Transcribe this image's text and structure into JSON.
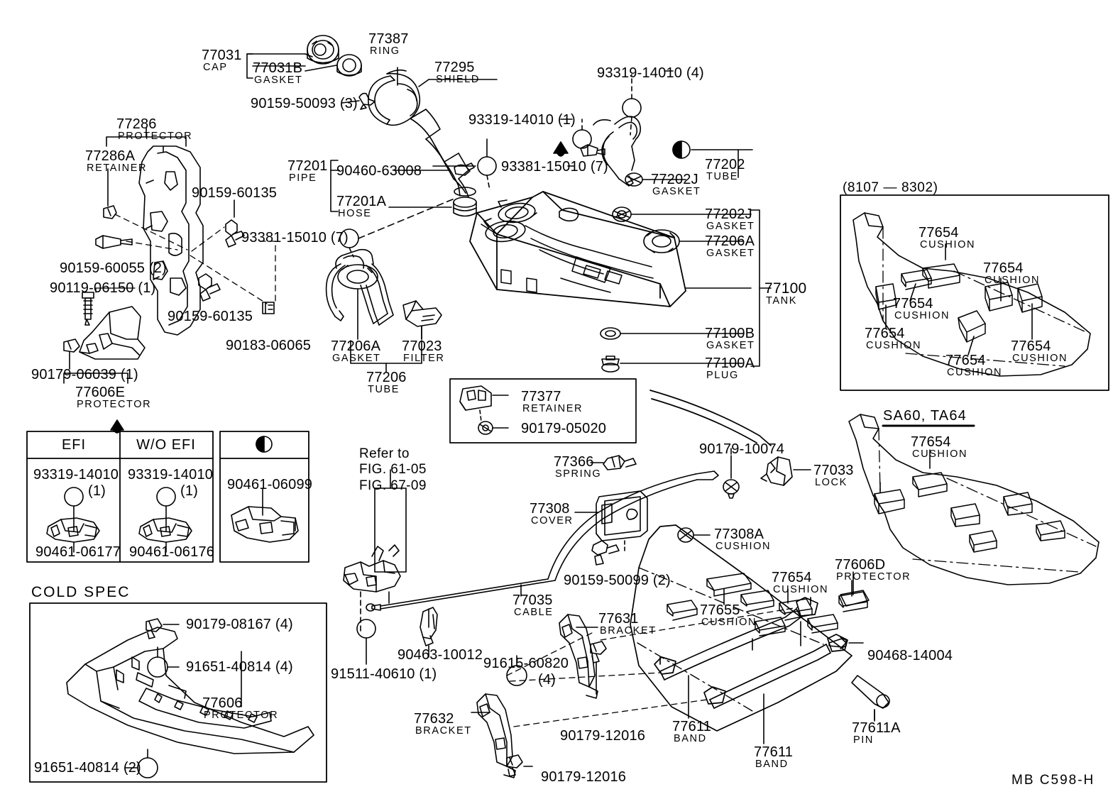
{
  "diagram": {
    "footer_code": "MB  C598-H",
    "title_hidden": ""
  },
  "top_filler": {
    "cap": {
      "number": "77031",
      "name": "CAP"
    },
    "cap_gasket": {
      "number": "77031B",
      "name": "GASKET"
    },
    "clip": "90159-50093 (3)",
    "ring": {
      "number": "77387",
      "name": "RING"
    },
    "shield": {
      "number": "77295",
      "name": "SHIELD"
    }
  },
  "left_protector": {
    "protector": {
      "number": "77286",
      "name": "PROTECTOR"
    },
    "retainer": {
      "number": "77286A",
      "name": "RETAINER"
    },
    "screw_a": "90159-60135",
    "screw_b": "90159-60135",
    "screw_c": "90159-60055 (2)",
    "bolt": "90119-06150 (1)",
    "nut": "90179-06039 (1)",
    "clip": "90183-06065",
    "protector_e": {
      "number": "77606E",
      "name": "PROTECTOR"
    },
    "clamp_set": "93381-15010 (7)"
  },
  "pipe_group": {
    "pipe": {
      "number": "77201",
      "name": "PIPE"
    },
    "clamp": "90460-63008",
    "hose": {
      "number": "77201A",
      "name": "HOSE"
    },
    "clamp_set": "93381-15010 (7)"
  },
  "tank_group": {
    "tank": {
      "number": "77100",
      "name": "TANK"
    },
    "gasket_77202j_top": {
      "number": "77202J",
      "name": "GASKET"
    },
    "gasket_77202j": {
      "number": "77202J",
      "name": "GASKET"
    },
    "gasket_77206a": {
      "number": "77206A",
      "name": "GASKET"
    },
    "gasket_77100b": {
      "number": "77100B",
      "name": "GASKET"
    },
    "plug_77100a": {
      "number": "77100A",
      "name": "PLUG"
    },
    "tube_77202": {
      "number": "77202",
      "name": "TUBE"
    },
    "screw_1": "93319-14010 (1)",
    "screw_4": "93319-14010 (4)"
  },
  "sender_group": {
    "gasket": {
      "number": "77206A",
      "name": "GASKET"
    },
    "filter": {
      "number": "77023",
      "name": "FILTER"
    },
    "tube": {
      "number": "77206",
      "name": "TUBE"
    }
  },
  "key_boxes": [
    {
      "header": "EFI",
      "top_part": "93319-14010",
      "qty": "(1)",
      "bottom_part": "90461-06177",
      "icon": "triangle-marker-icon"
    },
    {
      "header": "W/O EFI",
      "top_part": "93319-14010",
      "qty": "(1)",
      "bottom_part": "90461-06176",
      "icon": "triangle-marker-icon"
    },
    {
      "header": "",
      "top_part": "90461-06099",
      "qty": "",
      "bottom_part": "",
      "icon": "half-circle-marker-icon"
    }
  ],
  "cold_spec": {
    "title": "COLD SPEC",
    "nut": "90179-08167 (4)",
    "bolt_top": "91651-40814 (4)",
    "bolt_bottom": "91651-40814 (2)",
    "protector": {
      "number": "77606",
      "name": "PROTECTOR"
    }
  },
  "retainer_box": {
    "retainer": {
      "number": "77377",
      "name": "RETAINER"
    },
    "clip": "90179-05020"
  },
  "cable_group": {
    "refer_line1": "Refer to",
    "refer_line2": "FIG. 61-05",
    "refer_line3": "FIG. 67-09",
    "bolt_b": "91511-40610 (1)",
    "clamp": "90463-10012",
    "cable": {
      "number": "77035",
      "name": "CABLE"
    },
    "spring": {
      "number": "77366",
      "name": "SPRING"
    },
    "cover": {
      "number": "77308",
      "name": "COVER"
    },
    "cover_cushion": {
      "number": "77308A",
      "name": "CUSHION"
    },
    "cover_screw": "90159-50099 (2)",
    "lock": {
      "number": "77033",
      "name": "LOCK"
    },
    "lock_clip": "90179-10074"
  },
  "underbody": {
    "bracket_77631": {
      "number": "77631",
      "name": "BRACKET"
    },
    "bracket_77632": {
      "number": "77632",
      "name": "BRACKET"
    },
    "bolt_b": "91615-60820",
    "bolt_b_qty": "(4)",
    "nut_left": "90179-12016",
    "nut_right": "90179-12016",
    "band_left": {
      "number": "77611",
      "name": "BAND"
    },
    "band_right": {
      "number": "77611",
      "name": "BAND"
    },
    "pin": {
      "number": "77611A",
      "name": "PIN"
    },
    "cotter": "90468-14004",
    "cushion_77655": {
      "number": "77655",
      "name": "CUSHION"
    },
    "cushion_77654": {
      "number": "77654",
      "name": "CUSHION"
    },
    "protector_77606d": {
      "number": "77606D",
      "name": "PROTECTOR"
    }
  },
  "inset_dates": {
    "range": "(8107 — 8302)",
    "cushions": [
      {
        "number": "77654",
        "name": "CUSHION"
      },
      {
        "number": "77654",
        "name": "CUSHION"
      },
      {
        "number": "77654",
        "name": "CUSHION"
      },
      {
        "number": "77654",
        "name": "CUSHION"
      },
      {
        "number": "77654",
        "name": "CUSHION"
      },
      {
        "number": "77654",
        "name": "CUSHION"
      }
    ]
  },
  "inset_sa60": {
    "title": "SA60, TA64",
    "cushion": {
      "number": "77654",
      "name": "CUSHION"
    }
  }
}
